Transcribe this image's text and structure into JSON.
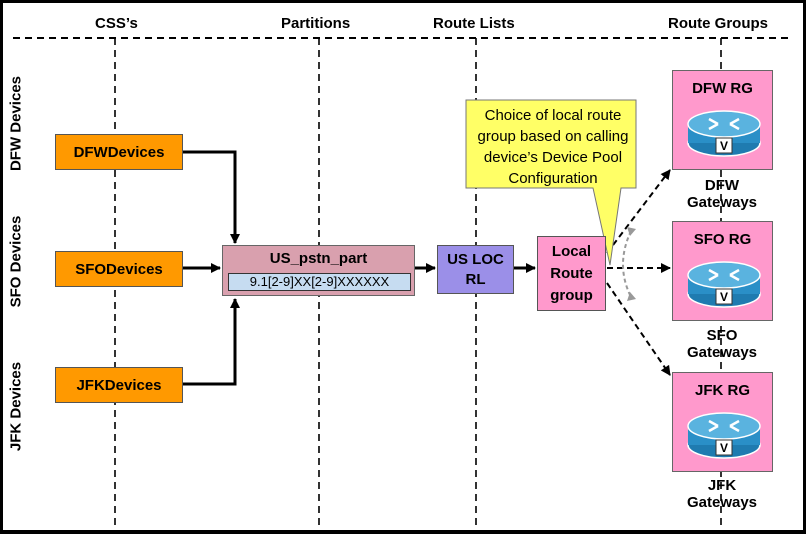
{
  "headers": {
    "css": "CSS’s",
    "partitions": "Partitions",
    "route_lists": "Route Lists",
    "route_groups": "Route Groups"
  },
  "row_labels": {
    "dfw": "DFW Devices",
    "sfo": "SFO Devices",
    "jfk": "JFK Devices"
  },
  "css_boxes": {
    "dfw": "DFWDevices",
    "sfo": "SFODevices",
    "jfk": "JFKDevices"
  },
  "partition": {
    "name": "US_pstn_part",
    "pattern": "9.1[2-9]XX[2-9]XXXXXX"
  },
  "route_list": {
    "line1": "US LOC",
    "line2": "RL"
  },
  "local_route_group": {
    "line1": "Local",
    "line2": "Route",
    "line3": "group"
  },
  "callout": {
    "line1": "Choice of local route",
    "line2": "group based on calling",
    "line3": "device’s Device Pool",
    "line4": "Configuration"
  },
  "route_groups": [
    {
      "name": "DFW RG",
      "gw_line1": "DFW",
      "gw_line2": "Gateways"
    },
    {
      "name": "SFO RG",
      "gw_line1": "SFO",
      "gw_line2": "Gateways"
    },
    {
      "name": "JFK RG",
      "gw_line1": "JFK",
      "gw_line2": "Gateways"
    }
  ],
  "router_icon_label": "V",
  "colors": {
    "css_box": "#ff9900",
    "partition": "#d9a0ae",
    "pattern": "#c6dcf1",
    "route_list": "#9b8fe8",
    "route_group": "#ff99cc",
    "callout": "#ffff66",
    "router": "#2a8fc7"
  }
}
